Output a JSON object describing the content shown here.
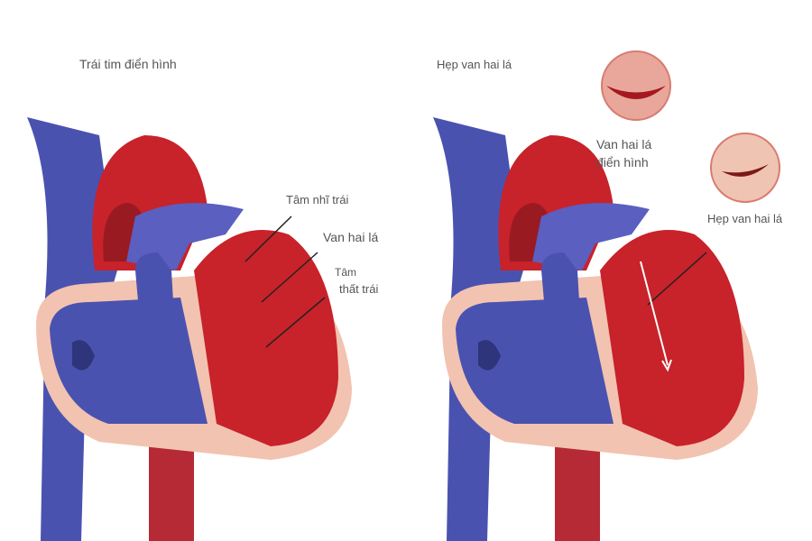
{
  "left_panel": {
    "title": "Trái tim điển hình",
    "labels": {
      "left_atrium": "Tâm nhĩ trái",
      "mitral_valve": "Van hai lá",
      "left_ventricle_line1": "Tâm",
      "left_ventricle_line2": "thất trái"
    }
  },
  "right_panel": {
    "title": "Hẹp van hai lá",
    "normal_valve_line1": "Van hai lá",
    "normal_valve_line2": "điển hình",
    "stenosis_label": "Hẹp van hai lá"
  },
  "colors": {
    "blood_red": "#c8222a",
    "vein_blue": "#4a52b0",
    "tissue_pink": "#f2c3b0",
    "label": "#555555"
  }
}
